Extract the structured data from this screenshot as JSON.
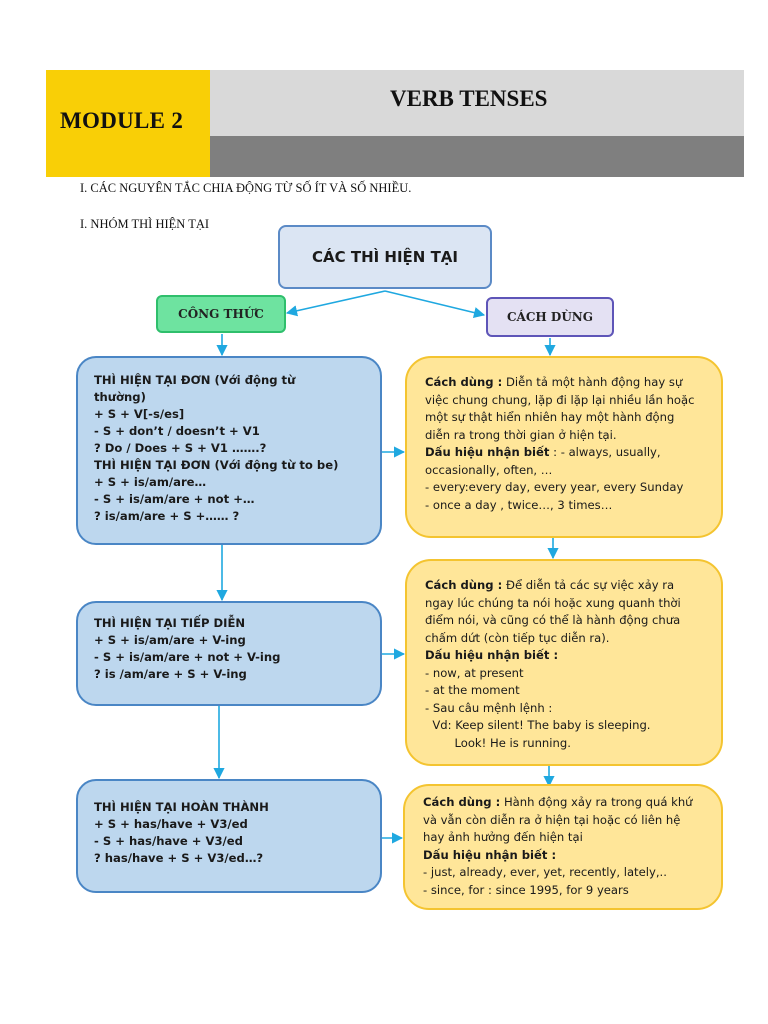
{
  "header": {
    "module": "MODULE 2",
    "title": "VERB TENSES"
  },
  "headings": {
    "rules": "I. CÁC NGUYÊN TẮC CHIA ĐỘNG TỪ SỐ ÍT VÀ SỐ NHIỀU.",
    "present_group": "I. NHÓM THÌ HIỆN TẠI"
  },
  "diagram": {
    "root": "CÁC THÌ HIỆN TẠI",
    "formula_label": "CÔNG THỨC",
    "usage_label": "CÁCH DÙNG",
    "formulas": [
      {
        "lines": [
          "THÌ HIỆN TẠI ĐƠN (Với động từ",
          "thường)",
          "+ S + V[-s/es]",
          " - S + don’t / doesn’t + V1",
          "? Do / Does + S + V1 …….?",
          "THÌ HIỆN TẠI ĐƠN (Với động từ to be)",
          "+ S + is/am/are…",
          " - S + is/am/are + not +…",
          "?  is/am/are + S +…… ?"
        ]
      },
      {
        "lines": [
          "THÌ HIỆN TẠI TIẾP DIỄN",
          "+ S + is/am/are + V-ing",
          " - S + is/am/are + not + V-ing",
          "?  is /am/are  + S + V-ing"
        ]
      },
      {
        "lines": [
          "THÌ HIỆN TẠI HOÀN THÀNH",
          "+ S  + has/have + V3/ed",
          " - S + has/have + V3/ed",
          "?  has/have + S + V3/ed…?"
        ]
      }
    ],
    "usages": [
      {
        "usage_label": "Cách dùng :",
        "usage_text_1": " Diễn tả một hành động hay sự",
        "lines": [
          "việc chung chung, lặp đi lặp lại nhiều lần hoặc",
          "một sự thật hiển nhiên hay một hành động",
          "diễn ra trong thời gian ở hiện tại."
        ],
        "signal_label": "Dấu hiệu nhận biết",
        "signal_text": " : - always, usually,",
        "signal_lines": [
          "occasionally, often, …",
          "- every:every day, every year, every Sunday",
          "- once a day , twice…, 3 times…"
        ]
      },
      {
        "usage_label": "Cách dùng :",
        "usage_text_1": " Để diễn tả các sự việc xảy ra",
        "lines": [
          "ngay lúc chúng ta nói hoặc xung quanh thời",
          "điểm nói, và cũng có thể là hành động chưa",
          "chấm dứt (còn tiếp tục diễn ra)."
        ],
        "signal_label": "Dấu hiệu nhận biết :",
        "signal_text": "",
        "signal_lines": [
          "- now, at present",
          "- at the  moment",
          "- Sau câu mệnh lệnh :",
          "  Vd: Keep silent! The baby is sleeping.",
          "        Look! He is running."
        ]
      },
      {
        "usage_label": "Cách dùng :",
        "usage_text_1": " Hành động xảy ra trong quá khứ",
        "lines": [
          "và vẫn còn diễn ra ở hiện tại hoặc có liên hệ",
          "hay ảnh hưởng đến hiện tại"
        ],
        "signal_label": "Dấu hiệu nhận biết :",
        "signal_text": "",
        "signal_lines": [
          "- just, already, ever, yet, recently, lately,..",
          "- since, for : since 1995, for 9 years"
        ]
      }
    ]
  },
  "colors": {
    "module_bg": "#f9cf06",
    "title_bg": "#d9d9d9",
    "subbar_bg": "#7f7f7f",
    "blue_fill": "#bdd7ee",
    "blue_border": "#4a86c5",
    "yellow_fill": "#ffe699",
    "yellow_border": "#f4c430",
    "arrow": "#1fa8e0"
  }
}
